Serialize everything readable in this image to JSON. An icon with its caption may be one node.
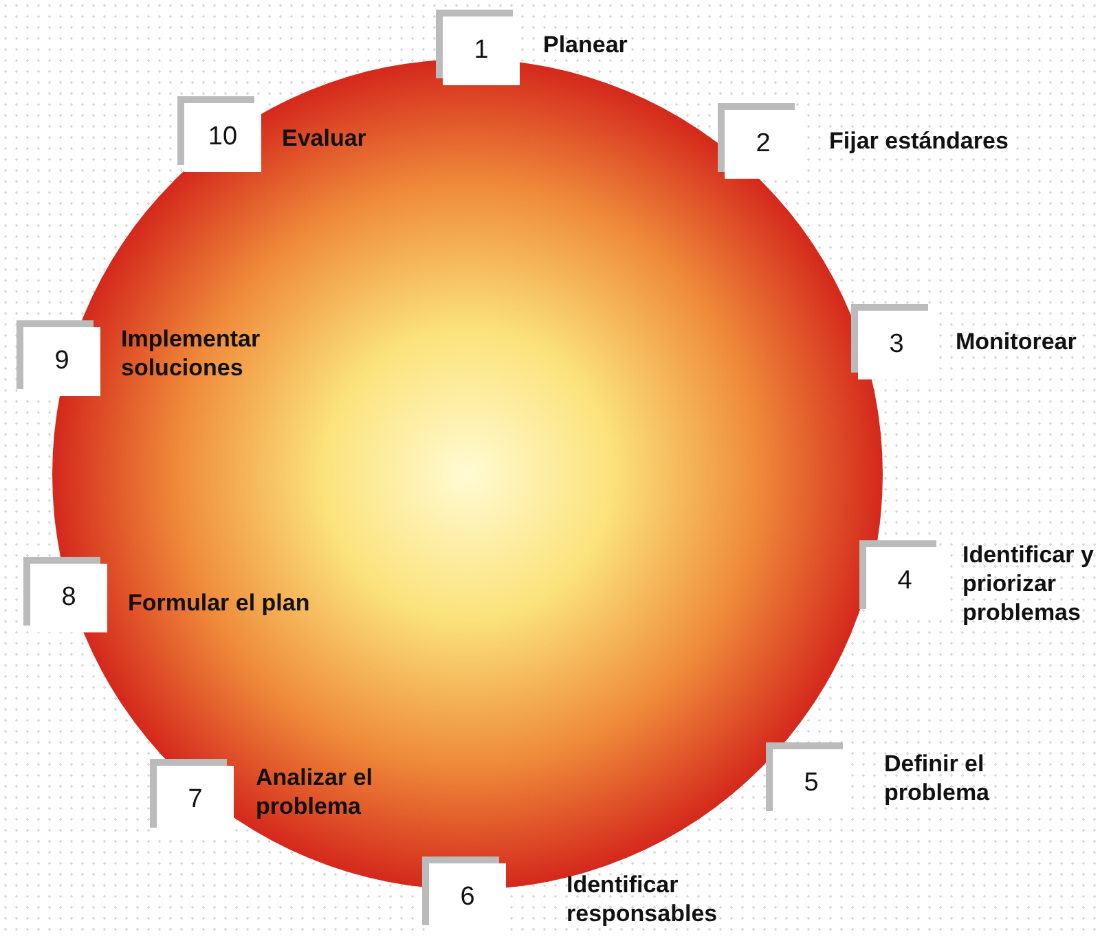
{
  "diagram": {
    "nodes": [
      {
        "text": [
          "1"
        ],
        "beside": [
          "Planear"
        ]
      },
      {
        "text": [
          "2"
        ],
        "beside": [
          "Fijar estándares"
        ]
      },
      {
        "text": [
          "3"
        ],
        "beside": [
          "Monitorear"
        ]
      },
      {
        "text": [
          "4"
        ],
        "beside": [
          "Identificar y priorizar problemas"
        ]
      },
      {
        "text": [
          "5"
        ],
        "beside": [
          "Definir el problema"
        ]
      },
      {
        "text": [
          "6"
        ],
        "beside": [
          "Identificar responsables"
        ]
      },
      {
        "text": [
          "7"
        ],
        "beside": [
          "Analizar el problema"
        ]
      },
      {
        "text": [
          "8"
        ],
        "beside": [
          "Formular el plan"
        ]
      },
      {
        "text": [
          "9"
        ],
        "beside": [
          "Implementar soluciones"
        ]
      },
      {
        "text": [
          "10"
        ],
        "beside": [
          "Evaluar"
        ]
      }
    ]
  }
}
